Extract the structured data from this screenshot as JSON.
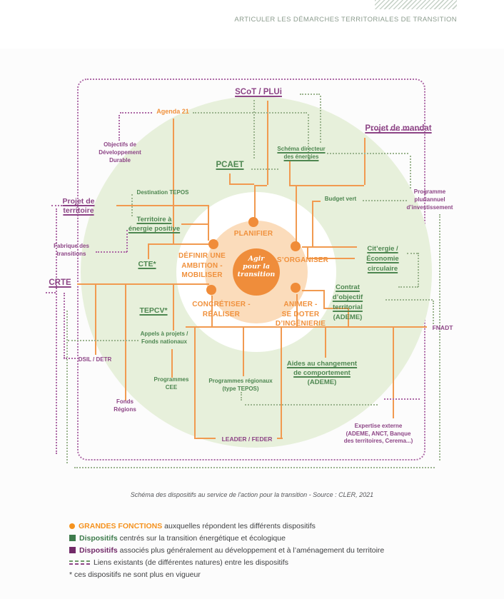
{
  "header": {
    "title": "ARTICULER LES DÉMARCHES TERRITORIALES DE TRANSITION"
  },
  "center": {
    "text": "Agir\npour la\ntransition"
  },
  "functions": {
    "planifier": "PLANIFIER",
    "sorganiser": "S’ORGANISER",
    "definir": "DÉFINIR UNE\nAMBITION -\nMOBILISER",
    "concretiser": "CONCRÉTISER -\nRÉALISER",
    "animer": "ANIMER -\nSE DOTER\nD’INGÉNIERIE"
  },
  "labels": {
    "scot": "SCoT / PLUi",
    "agenda21": "Agenda 21",
    "projet_mandat": "Projet de mandat",
    "odd": "Objectifs de\nDéveloppement\nDurable",
    "pcaet": "PCAET",
    "schema_directeur": "Schéma directeur\ndes énergies",
    "destination_tepos": "Destination TEPOS",
    "budget_vert": "Budget vert",
    "ppi": "Programme\npluriannuel\nd’investissement",
    "projet_territoire": "Projet de\nterritoire",
    "tepos": "Territoire à\nénergie positive",
    "fabrique": "Fabrique des\ntransitions",
    "cte": "CTE*",
    "crte": "CRTE",
    "citergie": "Cit’ergie /\nÉconomie\ncirculaire",
    "contrat_objectif": "Contrat\nd’objectif\nterritorial",
    "contrat_objectif_suffix": "(ADEME)",
    "fnadt": "FNADT",
    "tepcv": "TEPCV*",
    "appels": "Appels à projets /\nFonds nationaux",
    "dsil": "DSIL / DETR",
    "prog_cee": "Programmes\nCEE",
    "fonds_regions": "Fonds\nRégions",
    "prog_regionaux": "Programmes régionaux\n(type TEPOS)",
    "aides": "Aides au changement\nde comportement",
    "aides_suffix": "(ADEME)",
    "leader": "LEADER / FEDER",
    "expertise": "Expertise externe\n(ADEME, ANCT, Banque\ndes territoires, Cerema...)"
  },
  "caption": "Schéma des dispositifs au service de l'action pour la transition - Source : CLER, 2021",
  "legend": {
    "item1_bold": "GRANDES FONCTIONS",
    "item1_rest": " auxquelles répondent les différents dispositifs",
    "item2_bold": "Dispositifs",
    "item2_rest": " centrés sur la transition énergétique et écologique",
    "item3_bold": "Dispositifs",
    "item3_rest": " associés plus généralement au développement et à l’aménagement du territoire",
    "item4": "Liens existants (de différentes natures) entre les dispositifs",
    "item5": "* ces dispositifs ne sont plus en vigueur"
  },
  "colors": {
    "orange_accent": "#f0913d",
    "orange_line": "#f19a50",
    "green_label": "#4e8751",
    "purple_label": "#8d4586",
    "green_disc": "#e7f0db",
    "peach_disc": "#fbdcbb",
    "core_disc": "#ef8d3b",
    "dotted_purple": "#ad69a6",
    "dotted_green": "#9bb48e",
    "legend_green": "#3e7b4c",
    "legend_purple": "#722a68",
    "header_text": "#8c9c8e"
  }
}
